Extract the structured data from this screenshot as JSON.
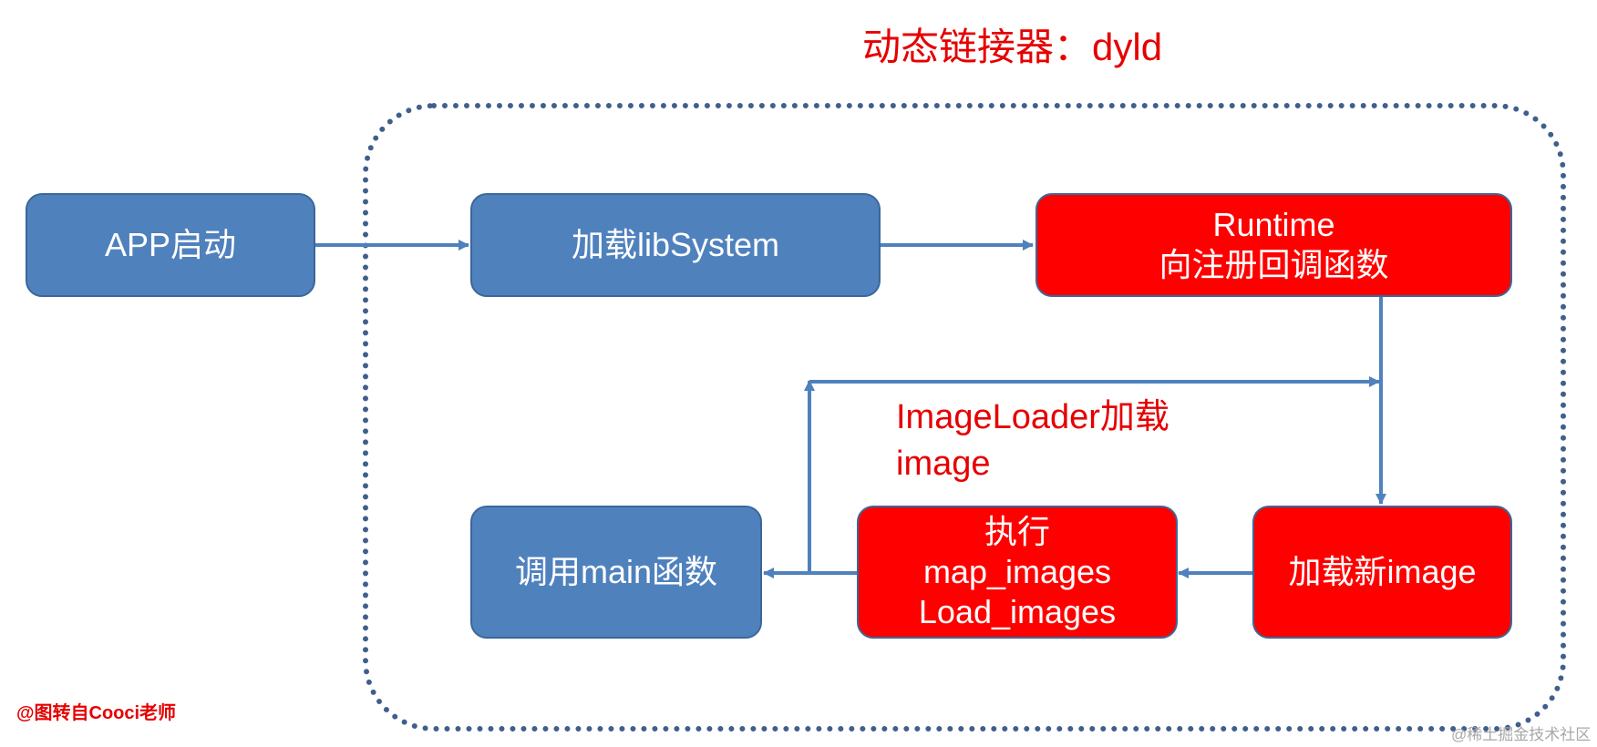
{
  "title": "动态链接器：dyld",
  "nodes": {
    "app_launch": "APP启动",
    "load_libsystem": "加载libSystem",
    "runtime": {
      "line1": "Runtime",
      "line2": "向注册回调函数"
    },
    "load_new_image": "加载新image",
    "execute": {
      "line1": "执行",
      "line2": "map_images",
      "line3": "Load_images"
    },
    "call_main": "调用main函数"
  },
  "annotation": {
    "line1": "ImageLoader加载",
    "line2": "image"
  },
  "credit": "@图转自Cooci老师",
  "watermark": "@稀土掘金技术社区",
  "colors": {
    "blue_box": "#4f81bd",
    "red_box": "#ff0000",
    "arrow": "#4f81bd",
    "region_border": "#3f5f8c",
    "title_red": "#e60000"
  }
}
